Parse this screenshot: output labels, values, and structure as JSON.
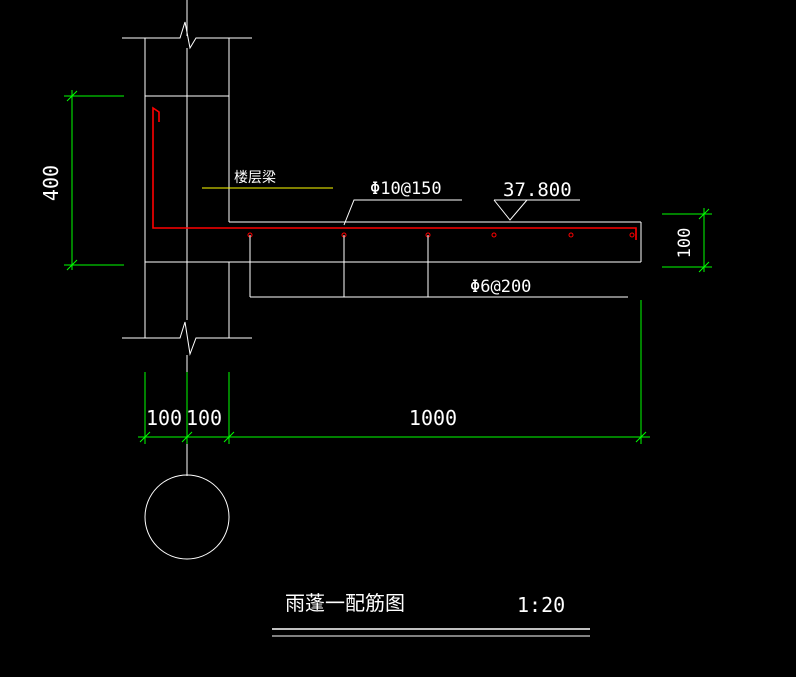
{
  "drawing": {
    "colors": {
      "background": "#000000",
      "outline": "#ffffff",
      "rebar": "#ff0000",
      "dimension": "#00ff00",
      "callout": "#ffff00"
    },
    "dimensions": {
      "beam_height": "400",
      "slab_thickness": "100",
      "left_width_1": "100",
      "left_width_2": "100",
      "overhang_length": "1000"
    },
    "annotations": {
      "beam_label": "楼层梁",
      "top_rebar": "Φ10@150",
      "elevation": "37.800",
      "distribution_rebar": "Φ6@200"
    },
    "title": {
      "text": "雨蓬一配筋图",
      "scale": "1:20"
    }
  }
}
